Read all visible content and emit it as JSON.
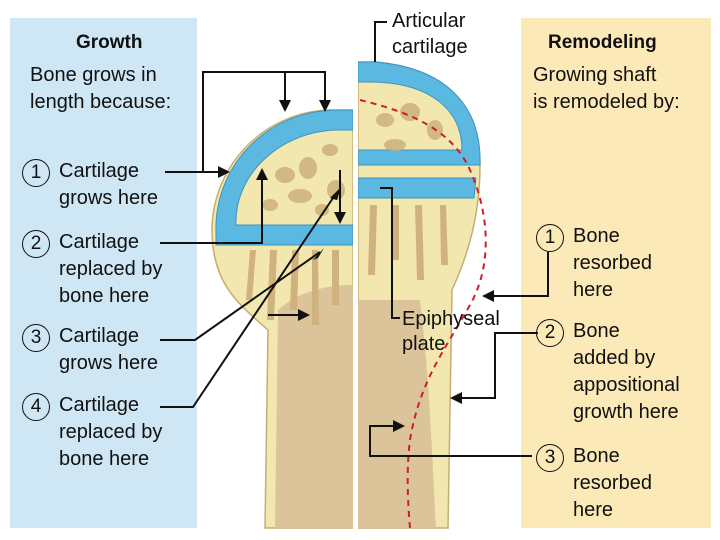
{
  "left_panel": {
    "heading": "Growth",
    "intro_line1": "Bone grows in",
    "intro_line2": "length because:",
    "items": [
      {
        "number": "1",
        "lines": [
          "Cartilage",
          "grows here"
        ]
      },
      {
        "number": "2",
        "lines": [
          "Cartilage",
          "replaced by",
          "bone here"
        ]
      },
      {
        "number": "3",
        "lines": [
          "Cartilage",
          "grows here"
        ]
      },
      {
        "number": "4",
        "lines": [
          "Cartilage",
          "replaced by",
          "bone here"
        ]
      }
    ]
  },
  "right_panel": {
    "heading": "Remodeling",
    "intro_line1": "Growing shaft",
    "intro_line2": "is remodeled by:",
    "items": [
      {
        "number": "1",
        "lines": [
          "Bone",
          "resorbed",
          "here"
        ]
      },
      {
        "number": "2",
        "lines": [
          "Bone",
          "added by",
          "appositional",
          "growth here"
        ]
      },
      {
        "number": "3",
        "lines": [
          "Bone",
          "resorbed",
          "here"
        ]
      }
    ]
  },
  "labels": {
    "articular_line1": "Articular",
    "articular_line2": "cartilage",
    "epiphyseal_line1": "Epiphyseal",
    "epiphyseal_line2": "plate"
  },
  "colors": {
    "left_panel_bg": "#cfe6f5",
    "right_panel_bg": "#fbe9b8",
    "cartilage": "#5bb8e0",
    "bone_light": "#f3e7b0",
    "bone_shaft": "#dcc49a",
    "remodel_line": "#cc1f2e"
  }
}
